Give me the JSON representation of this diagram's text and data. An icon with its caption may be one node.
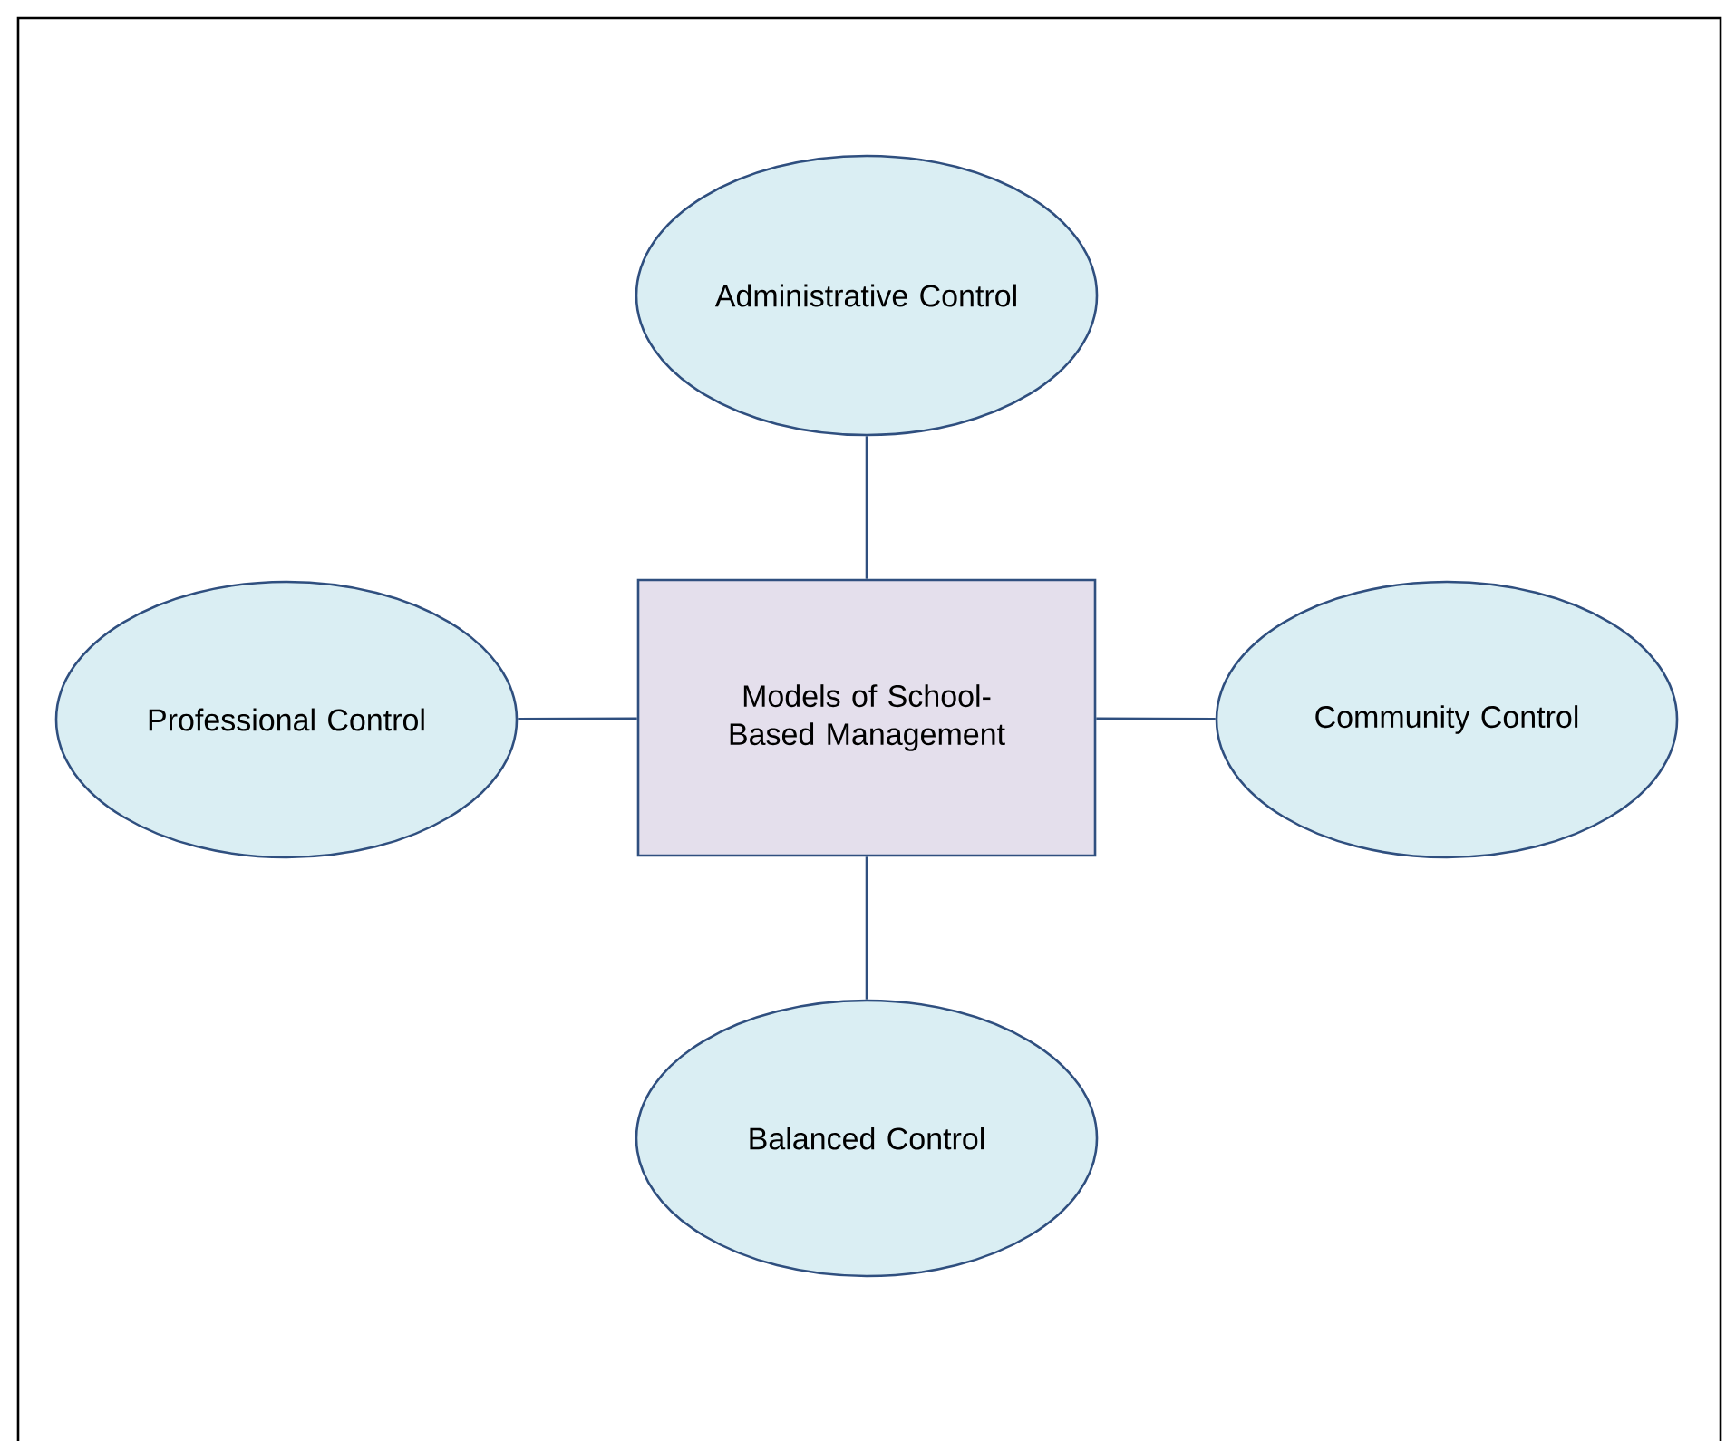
{
  "diagram": {
    "nodes": [
      {
        "text": [
          "Administrative Control"
        ]
      },
      {
        "text": [
          "Professional Control"
        ]
      },
      {
        "text": [
          "Models of School-Based Management"
        ]
      },
      {
        "text": [
          "Community Control"
        ]
      },
      {
        "text": [
          "Balanced Control"
        ]
      }
    ],
    "edges": [
      {
        "from": 2,
        "to": 0,
        "arrow": "none"
      },
      {
        "from": 2,
        "to": 1,
        "arrow": "none"
      },
      {
        "from": 2,
        "to": 3,
        "arrow": "none"
      },
      {
        "from": 2,
        "to": 4,
        "arrow": "none"
      }
    ]
  }
}
